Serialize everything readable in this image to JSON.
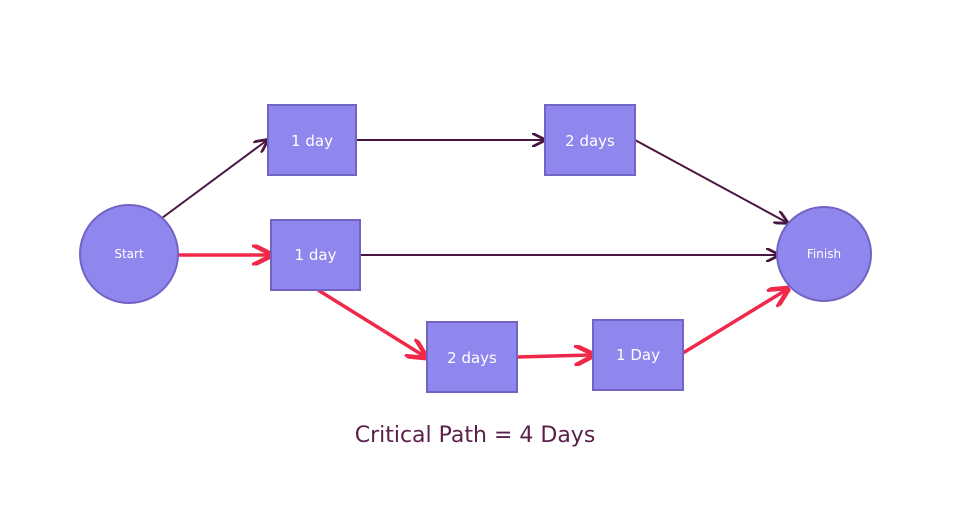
{
  "nodes": {
    "start": "Start",
    "finish": "Finish",
    "top_a": "1 day",
    "top_b": "2 days",
    "mid_a": "1 day",
    "low_a": "2 days",
    "low_b": "1 Day"
  },
  "caption": "Critical Path = 4 Days",
  "colors": {
    "node_fill": "#8f86ee",
    "node_stroke": "#7164c4",
    "normal_arrow": "#4a1540",
    "critical_arrow": "#f0284a",
    "caption_text": "#5a1f4a"
  }
}
